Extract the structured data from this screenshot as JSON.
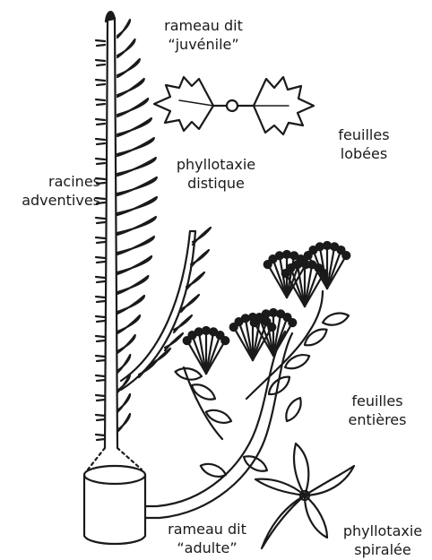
{
  "labels": {
    "rameau_juvenile": [
      "rameau dit",
      "“juvénile”"
    ],
    "feuilles_lobees": [
      "feuilles",
      "lobées"
    ],
    "phyllotaxie_distique": [
      "phyllotaxie",
      "distique"
    ],
    "racines_adventives": [
      "racines",
      "adventives"
    ],
    "feuilles_entieres": [
      "feuilles",
      "entières"
    ],
    "rameau_adulte": [
      "rameau dit",
      "“adulte”"
    ],
    "phyllotaxie_spiralee": [
      "phyllotaxie",
      "spiralée"
    ]
  },
  "colors": {
    "ink": "#1a1a1a",
    "paper": "#ffffff"
  }
}
